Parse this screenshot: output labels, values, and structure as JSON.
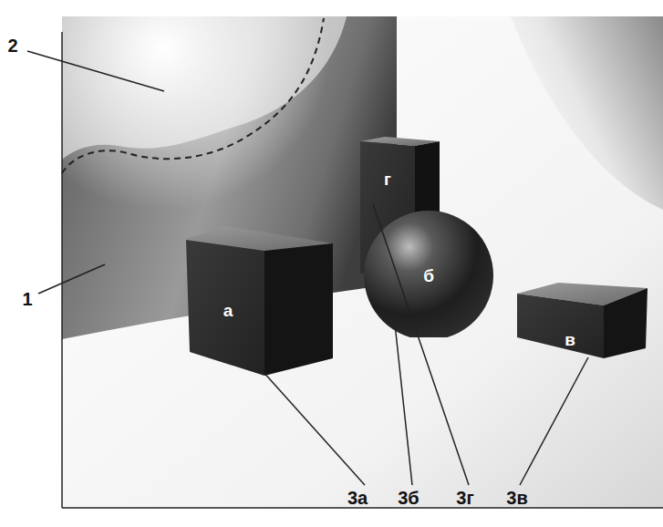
{
  "diagram": {
    "nodes": [
      {
        "text": [
          "г"
        ]
      },
      {
        "text": [
          "а"
        ]
      },
      {
        "text": [
          "б"
        ]
      },
      {
        "text": [
          "в"
        ]
      }
    ],
    "labels": [
      "1",
      "2",
      "3а",
      "3б",
      "3г",
      "3в"
    ]
  }
}
